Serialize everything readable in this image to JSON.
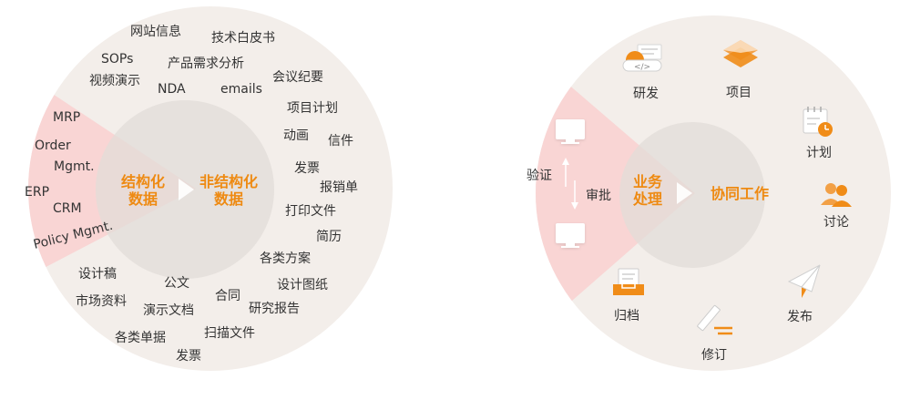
{
  "left_diagram": {
    "structured_label": [
      "结构化",
      "数据"
    ],
    "unstructured_label": [
      "非结构化",
      "数据"
    ],
    "structured_items": [
      "MRP",
      "Order",
      "Mgmt.",
      "ERP",
      "CRM",
      "Policy Mgmt."
    ],
    "unstructured_items": [
      "网站信息",
      "技术白皮书",
      "SOPs",
      "产品需求分析",
      "视频演示",
      "NDA",
      "emails",
      "会议纪要",
      "项目计划",
      "动画",
      "信件",
      "发票",
      "报销单",
      "打印文件",
      "简历",
      "各类方案",
      "设计图纸",
      "研究报告",
      "合同",
      "扫描文件",
      "公文",
      "演示文档",
      "设计稿",
      "市场资料",
      "各类单据",
      "发票"
    ]
  },
  "right_diagram": {
    "process_label": [
      "业务",
      "处理"
    ],
    "collab_label": "协同工作",
    "process_steps": {
      "verify": "验证",
      "approve": "审批"
    },
    "items": [
      {
        "label": "研发",
        "icon": "code-cloud-icon"
      },
      {
        "label": "项目",
        "icon": "layers-icon"
      },
      {
        "label": "计划",
        "icon": "calendar-clock-icon"
      },
      {
        "label": "讨论",
        "icon": "people-icon"
      },
      {
        "label": "发布",
        "icon": "paper-plane-icon"
      },
      {
        "label": "修订",
        "icon": "pen-icon"
      },
      {
        "label": "归档",
        "icon": "archive-tray-icon"
      }
    ],
    "monitor_icon": "monitor-icon"
  },
  "colors": {
    "outer_ring": "#f3eeea",
    "inner_core": "#e7e2de",
    "wedge": "#f9d3d3",
    "accent": "#ee8a12",
    "text": "#333333",
    "icon_gray": "#c8c8c8"
  }
}
